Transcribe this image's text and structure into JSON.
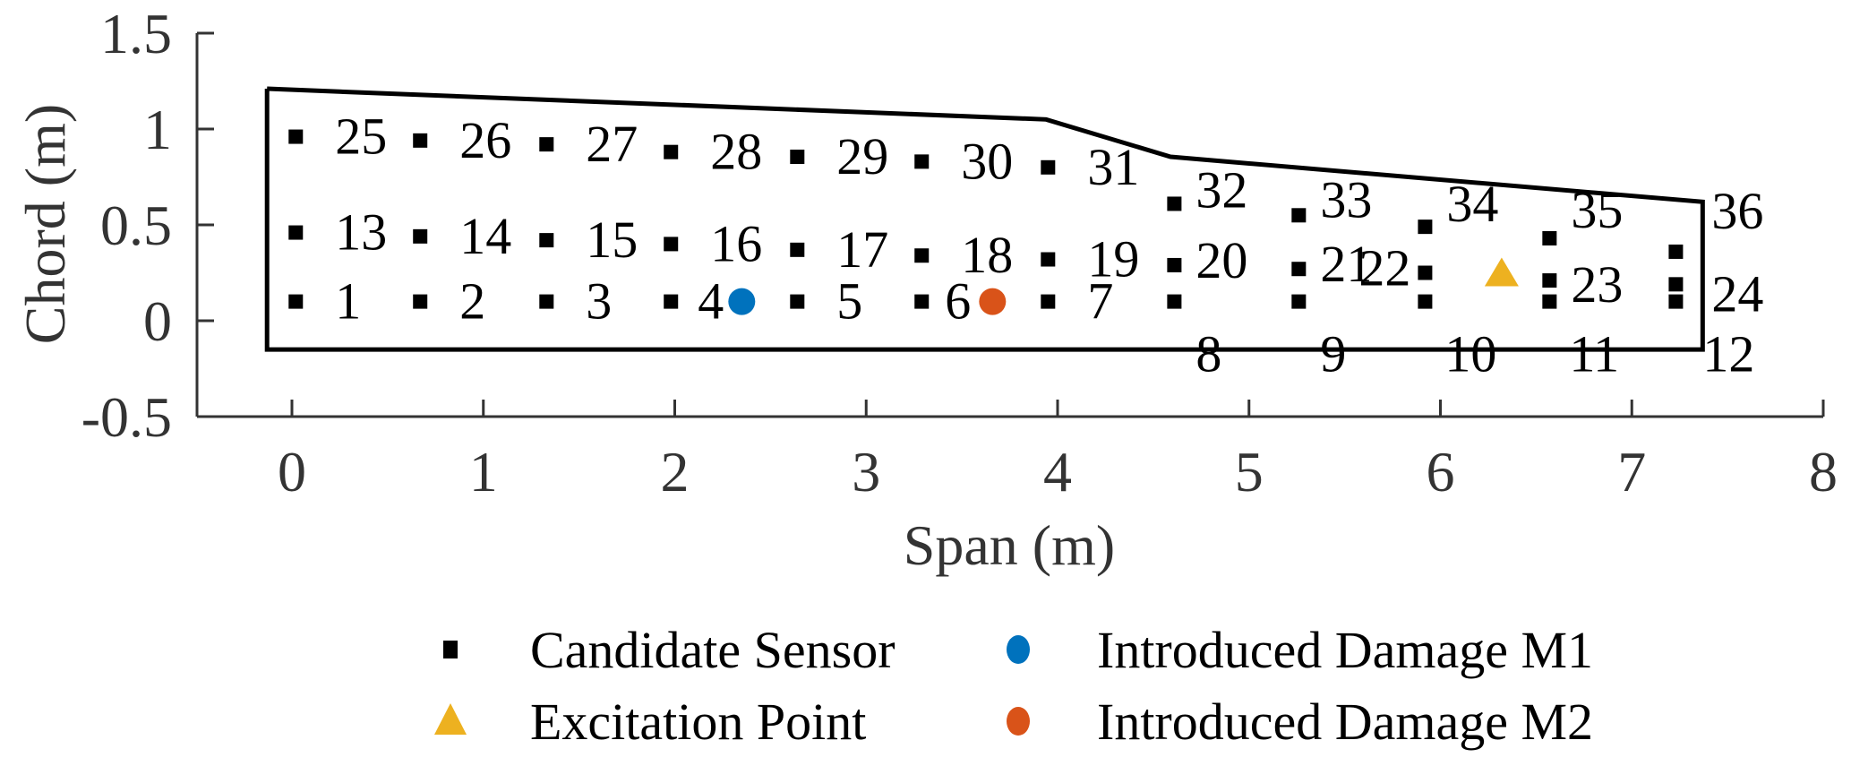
{
  "chart_data": {
    "type": "scatter",
    "title": "",
    "xlabel": "Span (m)",
    "ylabel": "Chord (m)",
    "xlim": [
      -0.5,
      8
    ],
    "ylim": [
      -0.5,
      1.5
    ],
    "xticks": [
      0,
      1,
      2,
      3,
      4,
      5,
      6,
      7,
      8
    ],
    "xtick_labels": [
      "0",
      "1",
      "2",
      "3",
      "4",
      "5",
      "6",
      "7",
      "8"
    ],
    "yticks": [
      -0.5,
      0,
      0.5,
      1,
      1.5
    ],
    "ytick_labels": [
      "-0.5",
      "0",
      "0.5",
      "1",
      "1.5"
    ],
    "grid": false,
    "legend_position": "bottom",
    "wing_outline": {
      "x": [
        -0.13,
        3.94,
        4.59,
        7.37,
        7.37,
        -0.13,
        -0.13
      ],
      "y": [
        1.21,
        1.05,
        0.855,
        0.62,
        -0.15,
        -0.15,
        1.21
      ]
    },
    "series": [
      {
        "name": "Candidate Sensor",
        "marker": "square",
        "color": "#000000",
        "points": [
          {
            "id": "1",
            "x": 0.02,
            "y": 0.1
          },
          {
            "id": "2",
            "x": 0.67,
            "y": 0.1
          },
          {
            "id": "3",
            "x": 1.33,
            "y": 0.1
          },
          {
            "id": "4",
            "x": 1.98,
            "y": 0.1
          },
          {
            "id": "5",
            "x": 2.64,
            "y": 0.1
          },
          {
            "id": "6",
            "x": 3.29,
            "y": 0.1
          },
          {
            "id": "7",
            "x": 3.95,
            "y": 0.1
          },
          {
            "id": "8",
            "x": 4.61,
            "y": 0.1
          },
          {
            "id": "9",
            "x": 5.26,
            "y": 0.1
          },
          {
            "id": "10",
            "x": 5.92,
            "y": 0.1
          },
          {
            "id": "11",
            "x": 6.57,
            "y": 0.1
          },
          {
            "id": "12",
            "x": 7.23,
            "y": 0.1
          },
          {
            "id": "13",
            "x": 0.02,
            "y": 0.46
          },
          {
            "id": "14",
            "x": 0.67,
            "y": 0.44
          },
          {
            "id": "15",
            "x": 1.33,
            "y": 0.42
          },
          {
            "id": "16",
            "x": 1.98,
            "y": 0.4
          },
          {
            "id": "17",
            "x": 2.64,
            "y": 0.37
          },
          {
            "id": "18",
            "x": 3.29,
            "y": 0.34
          },
          {
            "id": "19",
            "x": 3.95,
            "y": 0.32
          },
          {
            "id": "20",
            "x": 4.61,
            "y": 0.29
          },
          {
            "id": "21",
            "x": 5.26,
            "y": 0.27
          },
          {
            "id": "22",
            "x": 5.92,
            "y": 0.25
          },
          {
            "id": "23",
            "x": 6.57,
            "y": 0.21
          },
          {
            "id": "24",
            "x": 7.23,
            "y": 0.19
          },
          {
            "id": "25",
            "x": 0.02,
            "y": 0.96
          },
          {
            "id": "26",
            "x": 0.67,
            "y": 0.94
          },
          {
            "id": "27",
            "x": 1.33,
            "y": 0.92
          },
          {
            "id": "28",
            "x": 1.98,
            "y": 0.88
          },
          {
            "id": "29",
            "x": 2.64,
            "y": 0.855
          },
          {
            "id": "30",
            "x": 3.29,
            "y": 0.83
          },
          {
            "id": "31",
            "x": 3.95,
            "y": 0.8
          },
          {
            "id": "32",
            "x": 4.61,
            "y": 0.61
          },
          {
            "id": "33",
            "x": 5.26,
            "y": 0.55
          },
          {
            "id": "34",
            "x": 5.92,
            "y": 0.49
          },
          {
            "id": "35",
            "x": 6.57,
            "y": 0.43
          },
          {
            "id": "36",
            "x": 7.23,
            "y": 0.36
          }
        ]
      },
      {
        "name": "Excitation Point",
        "marker": "triangle",
        "color": "#EDB120",
        "points": [
          {
            "x": 6.32,
            "y": 0.25
          }
        ]
      },
      {
        "name": "Introduced Damage M1",
        "marker": "circle",
        "color": "#0072BD",
        "points": [
          {
            "x": 2.35,
            "y": 0.1
          }
        ]
      },
      {
        "name": "Introduced Damage M2",
        "marker": "circle",
        "color": "#D95319",
        "points": [
          {
            "x": 3.66,
            "y": 0.1
          }
        ]
      }
    ],
    "legend": [
      {
        "label": "Candidate Sensor",
        "marker": "square",
        "color": "#000000"
      },
      {
        "label": "Excitation Point",
        "marker": "triangle",
        "color": "#EDB120"
      },
      {
        "label": "Introduced Damage M1",
        "marker": "circle",
        "color": "#0072BD"
      },
      {
        "label": "Introduced Damage M2",
        "marker": "circle",
        "color": "#D95319"
      }
    ]
  }
}
